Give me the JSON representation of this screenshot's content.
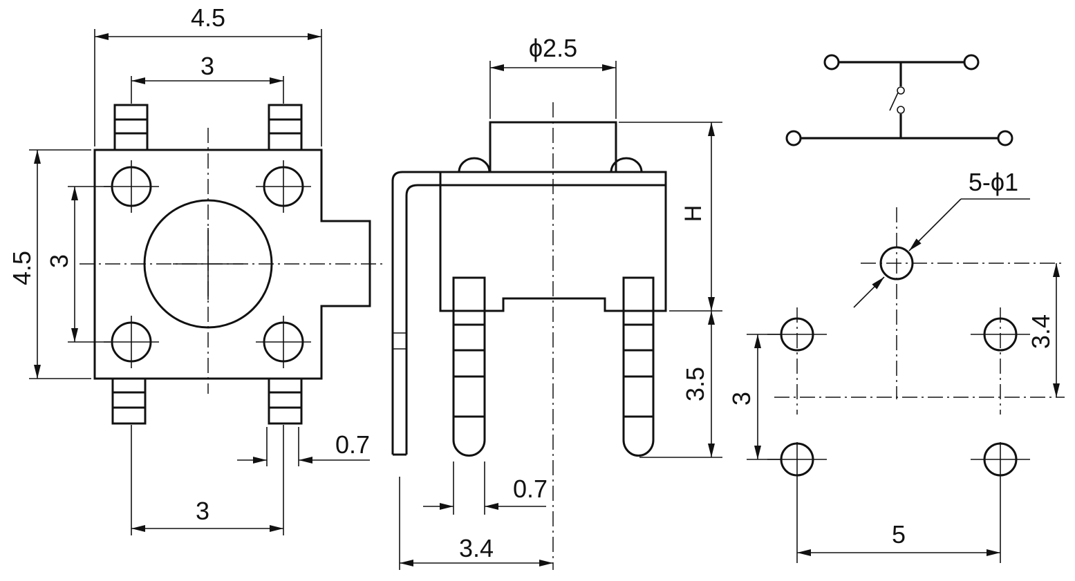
{
  "colors": {
    "ink": "#111111",
    "paper": "#ffffff"
  },
  "top_view": {
    "width": "4.5",
    "pin_pitch_top": "3",
    "height": "4.5",
    "pin_pitch_side": "3",
    "pin_pitch_bottom": "3",
    "pin_width": "0.7"
  },
  "side_view": {
    "button_diameter": "ϕ2.5",
    "height_label": "H",
    "pin_length": "3.5",
    "lead_thickness": "0.7",
    "lead_offset": "3.4"
  },
  "footprint": {
    "hole_callout": "5-ϕ1",
    "row_pitch": "3.4",
    "column_pitch_vertical": "3",
    "column_pitch_horizontal": "5"
  }
}
